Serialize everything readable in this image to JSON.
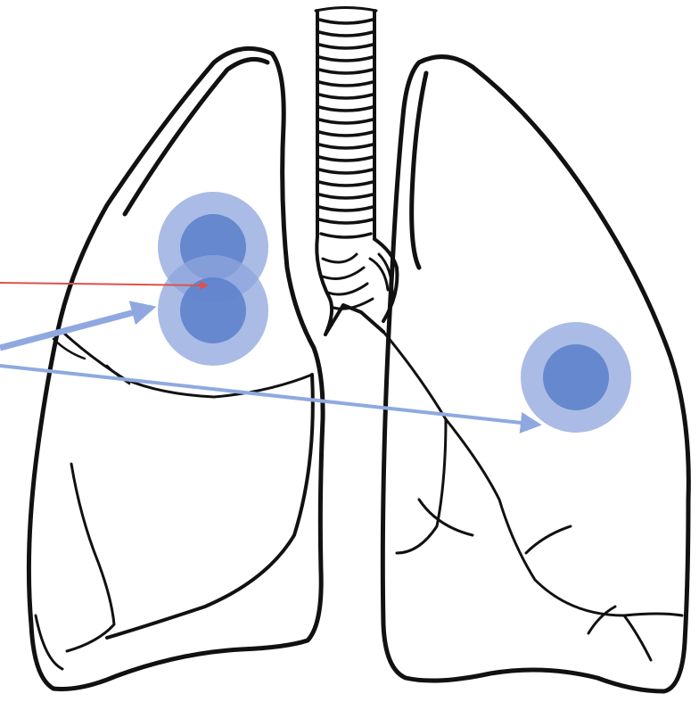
{
  "colors": {
    "background": "#ffffff",
    "outline": "#111111",
    "nodule_halo": "#8da6dc",
    "nodule_core": "#5b7fcb",
    "arrow_red": "#d9534f",
    "arrow_blue": "#8fa9e0"
  },
  "icons": {
    "lungs": "lungs-line-drawing",
    "trachea": "trachea-icon",
    "nodule": "nodule-circle"
  },
  "nodules": [
    {
      "id": "right-upper-nodule"
    },
    {
      "id": "right-mid-nodule"
    },
    {
      "id": "left-lung-nodule"
    }
  ],
  "arrows": [
    {
      "id": "red-pointer",
      "color": "red"
    },
    {
      "id": "blue-pointer-thick",
      "color": "blue"
    },
    {
      "id": "blue-pointer-long",
      "color": "blue"
    }
  ]
}
